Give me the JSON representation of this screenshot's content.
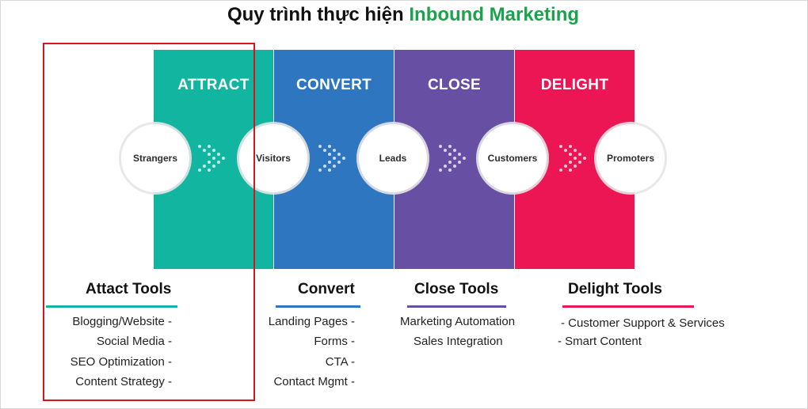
{
  "title": {
    "prefix": "Quy trình thực hiện ",
    "accent": "Inbound Marketing"
  },
  "stages": [
    {
      "label": "ATTRACT",
      "color": "#12b5a0"
    },
    {
      "label": "CONVERT",
      "color": "#2e76c0"
    },
    {
      "label": "CLOSE",
      "color": "#6750a3"
    },
    {
      "label": "DELIGHT",
      "color": "#ec1654"
    }
  ],
  "nodes": [
    "Strangers",
    "Visitors",
    "Leads",
    "Customers",
    "Promoters"
  ],
  "tool_columns": [
    {
      "title": "Attact Tools",
      "color": "#12b5a0",
      "items": [
        "Blogging/Website -",
        "Social Media -",
        "SEO Optimization -",
        "Content Strategy -"
      ]
    },
    {
      "title": "Convert",
      "color": "#2e76c0",
      "items": [
        "Landing Pages -",
        "Forms -",
        "CTA -",
        "Contact Mgmt -"
      ]
    },
    {
      "title": "Close Tools",
      "color": "#6750a3",
      "items": [
        "Marketing Automation",
        "Sales Integration"
      ]
    },
    {
      "title": "Delight Tools",
      "color": "#ec1654",
      "items": [
        "- Customer Support & Services",
        "- Smart Content"
      ]
    }
  ]
}
